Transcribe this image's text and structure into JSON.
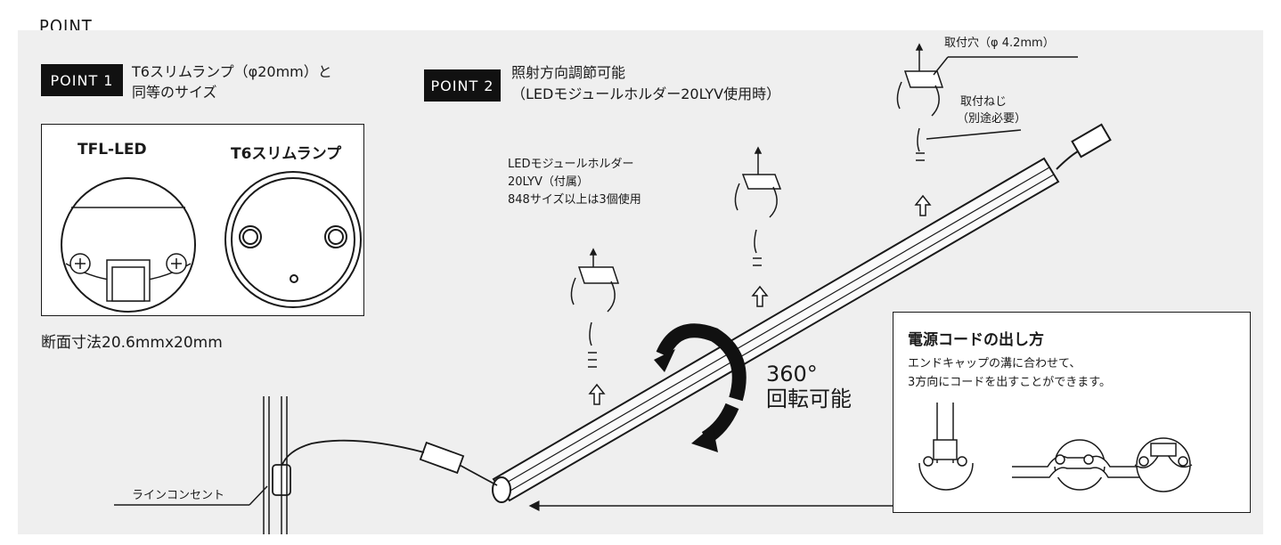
{
  "heading": "POINT",
  "point1": {
    "badge": "POINT 1",
    "title_line1": "T6スリムランプ（φ20mm）と",
    "title_line2": "同等のサイズ",
    "compare_left": "TFL-LED",
    "compare_right": "T6スリムランプ",
    "dimensions": "断面寸法20.6mmx20mm"
  },
  "point2": {
    "badge": "POINT 2",
    "title_line1": "照射方向調節可能",
    "title_line2": "（LEDモジュールホルダー20LYV使用時）",
    "holder_note_1": "LEDモジュールホルダー",
    "holder_note_2": "20LYV（付属）",
    "holder_note_3": "848サイズ以上は3個使用",
    "mount_hole": "取付穴（φ 4.2mm）",
    "screw_1": "取付ねじ",
    "screw_2": "（別途必要）",
    "rotation_angle": "360°",
    "rotation_text": "回転可能"
  },
  "outlet_label": "ラインコンセント",
  "power_cord": {
    "title": "電源コードの出し方",
    "desc_1": "エンドキャップの溝に合わせて、",
    "desc_2": "3方向にコードを出すことができます。"
  },
  "colors": {
    "badge_bg": "#111111",
    "panel_bg": "#efefef",
    "line": "#1a1a1a"
  }
}
